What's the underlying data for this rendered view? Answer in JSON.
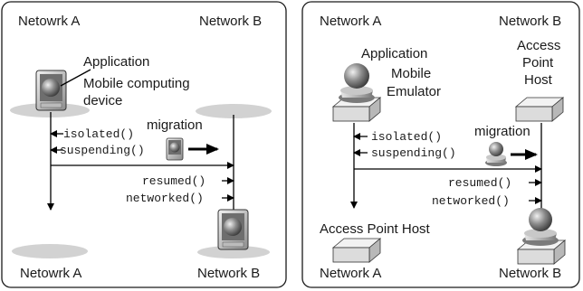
{
  "left_panel": {
    "top_left_label": "Netowrk A",
    "top_right_label": "Network B",
    "bottom_left_label": "Netowrk A",
    "bottom_right_label": "Network B",
    "application_label": "Application",
    "device_label_line1": "Mobile computing",
    "device_label_line2": "device",
    "migration_label": "migration",
    "messages": {
      "isolated": "isolated()",
      "suspending": "suspending()",
      "resumed": "resumed()",
      "networked": "networked()"
    }
  },
  "right_panel": {
    "top_left_label": "Network A",
    "top_right_label": "Network B",
    "bottom_left_label": "Network A",
    "bottom_right_label": "Network B",
    "application_label": "Application",
    "emulator_label_line1": "Mobile",
    "emulator_label_line2": "Emulator",
    "access_point_label_line1": "Access",
    "access_point_label_line2": "Point",
    "access_point_label_line3": "Host",
    "access_point_bottom_label": "Access Point Host",
    "migration_label": "migration",
    "messages": {
      "isolated": "isolated()",
      "suspending": "suspending()",
      "resumed": "resumed()",
      "networked": "networked()"
    }
  }
}
